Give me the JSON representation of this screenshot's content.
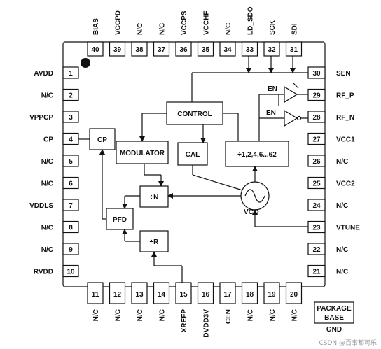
{
  "pins": {
    "left": [
      {
        "num": "1",
        "name": "AVDD"
      },
      {
        "num": "2",
        "name": "N/C"
      },
      {
        "num": "3",
        "name": "VPPCP"
      },
      {
        "num": "4",
        "name": "CP"
      },
      {
        "num": "5",
        "name": "N/C"
      },
      {
        "num": "6",
        "name": "N/C"
      },
      {
        "num": "7",
        "name": "VDDLS"
      },
      {
        "num": "8",
        "name": "N/C"
      },
      {
        "num": "9",
        "name": "N/C"
      },
      {
        "num": "10",
        "name": "RVDD"
      }
    ],
    "right": [
      {
        "num": "30",
        "name": "SEN"
      },
      {
        "num": "29",
        "name": "RF_P"
      },
      {
        "num": "28",
        "name": "RF_N"
      },
      {
        "num": "27",
        "name": "VCC1"
      },
      {
        "num": "26",
        "name": "N/C"
      },
      {
        "num": "25",
        "name": "VCC2"
      },
      {
        "num": "24",
        "name": "N/C"
      },
      {
        "num": "23",
        "name": "VTUNE"
      },
      {
        "num": "22",
        "name": "N/C"
      },
      {
        "num": "21",
        "name": "N/C"
      }
    ],
    "top": [
      {
        "num": "40",
        "name": "BIAS"
      },
      {
        "num": "39",
        "name": "VCCPD"
      },
      {
        "num": "38",
        "name": "N/C"
      },
      {
        "num": "37",
        "name": "N/C"
      },
      {
        "num": "36",
        "name": "VCCPS"
      },
      {
        "num": "35",
        "name": "VCCHF"
      },
      {
        "num": "34",
        "name": "N/C"
      },
      {
        "num": "33",
        "name": "LD_SDO"
      },
      {
        "num": "32",
        "name": "SCK"
      },
      {
        "num": "31",
        "name": "SDI"
      }
    ],
    "bottom": [
      {
        "num": "11",
        "name": "N/C"
      },
      {
        "num": "12",
        "name": "N/C"
      },
      {
        "num": "13",
        "name": "N/C"
      },
      {
        "num": "14",
        "name": "N/C"
      },
      {
        "num": "15",
        "name": "XREFP"
      },
      {
        "num": "16",
        "name": "DVDD3V"
      },
      {
        "num": "17",
        "name": "CEN"
      },
      {
        "num": "18",
        "name": "N/C"
      },
      {
        "num": "19",
        "name": "N/C"
      },
      {
        "num": "20",
        "name": "N/C"
      }
    ]
  },
  "blocks": {
    "control": "CONTROL",
    "modulator": "MODULATOR",
    "cal": "CAL",
    "divider_bank": "÷1,2,4,6...62",
    "cp": "CP",
    "div_n": "÷N",
    "pfd": "PFD",
    "div_r": "÷R",
    "vco": "VCO",
    "en_top": "EN",
    "en_bottom": "EN"
  },
  "package": {
    "line1": "PACKAGE",
    "line2": "BASE",
    "gnd": "GND"
  },
  "watermark": "CSDN @百事都可乐"
}
